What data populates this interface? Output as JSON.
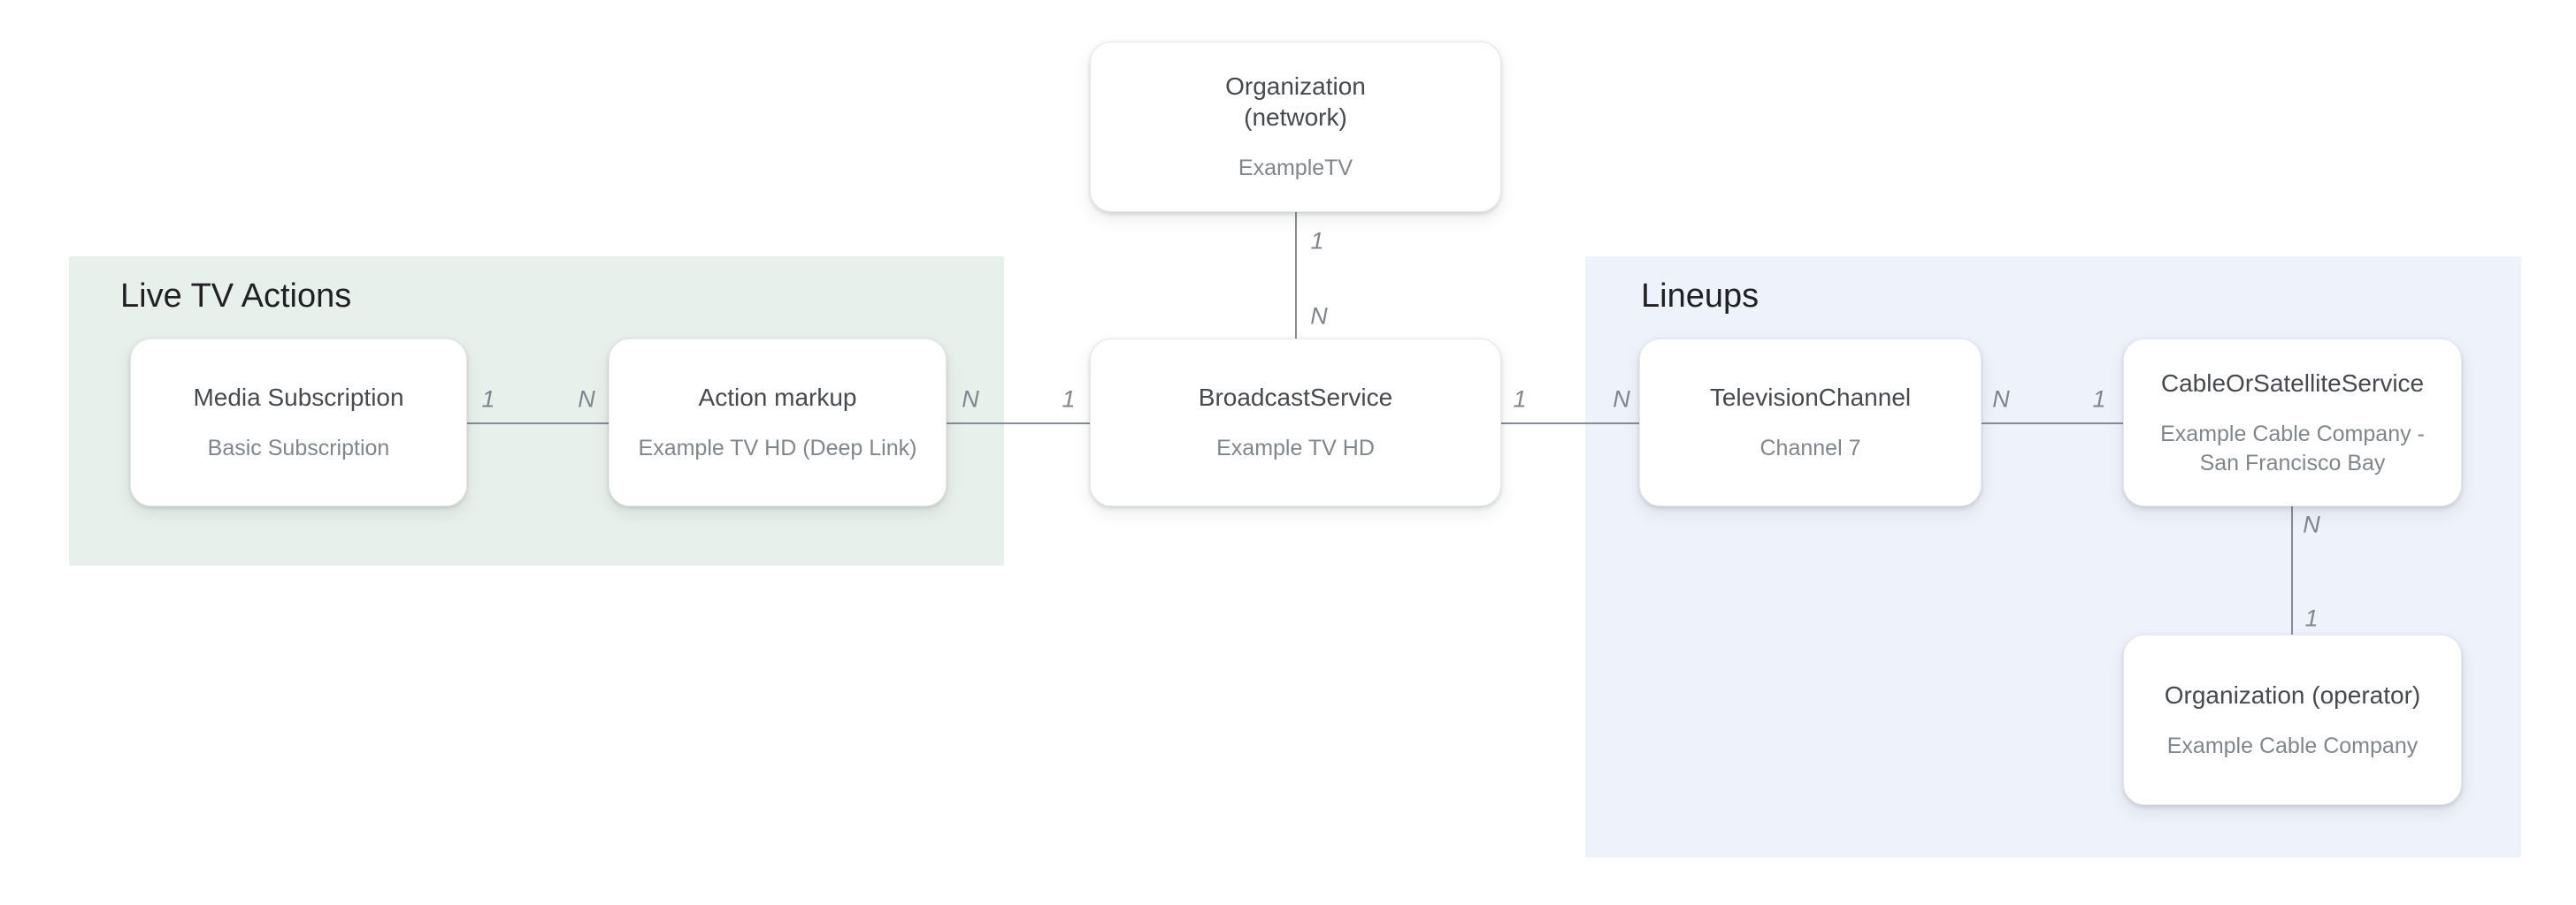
{
  "regions": {
    "live_tv_actions": {
      "label": "Live TV Actions"
    },
    "lineups": {
      "label": "Lineups"
    }
  },
  "nodes": {
    "org_network": {
      "title": "Organization",
      "title2": "(network)",
      "subtitle": "ExampleTV"
    },
    "media_subscription": {
      "title": "Media Subscription",
      "subtitle": "Basic Subscription"
    },
    "action_markup": {
      "title": "Action markup",
      "subtitle": "Example TV HD (Deep Link)"
    },
    "broadcast_service": {
      "title": "BroadcastService",
      "subtitle": "Example TV HD"
    },
    "television_channel": {
      "title": "TelevisionChannel",
      "subtitle": "Channel 7"
    },
    "cable_or_satellite_service": {
      "title": "CableOrSatelliteService",
      "subtitle": "Example Cable Company - San Francisco Bay"
    },
    "org_operator": {
      "title": "Organization (operator)",
      "subtitle": "Example Cable Company"
    }
  },
  "edges": {
    "network_to_broadcast": {
      "start": "1",
      "end": "N"
    },
    "media_to_action": {
      "start": "1",
      "end": "N"
    },
    "action_to_broadcast": {
      "start": "N",
      "end": "1"
    },
    "broadcast_to_channel": {
      "start": "1",
      "end": "N"
    },
    "channel_to_cable": {
      "start": "N",
      "end": "1"
    },
    "cable_to_operator": {
      "start": "N",
      "end": "1"
    }
  },
  "colors": {
    "region_green_bg": "#e7f0ea",
    "region_blue_bg": "#eef2fb",
    "connector_line": "#858c93",
    "node_title_text": "#46494e",
    "node_subtitle_text": "#80868b",
    "cardinality_text": "#7e858c",
    "region_label_text": "#202124",
    "node_background": "#ffffff"
  }
}
